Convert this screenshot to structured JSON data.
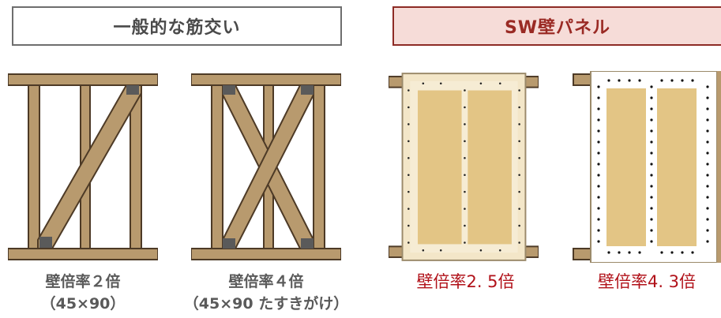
{
  "header_left": "一般的な筋交い",
  "header_right": "SW壁パネル",
  "captions": [
    {
      "line1": "壁倍率２倍",
      "line2": "（45×90）"
    },
    {
      "line1": "壁倍率４倍",
      "line2": "（45×90 たすきがけ）"
    },
    {
      "line1": "壁倍率2. 5倍"
    },
    {
      "line1": "壁倍率4. 3倍"
    }
  ],
  "colors": {
    "wood": "#b89a6e",
    "wood_edge": "#4d3a26",
    "osb": "#e3c585",
    "accent_red": "#b1121a",
    "header_bg": "#f6dcd8"
  }
}
